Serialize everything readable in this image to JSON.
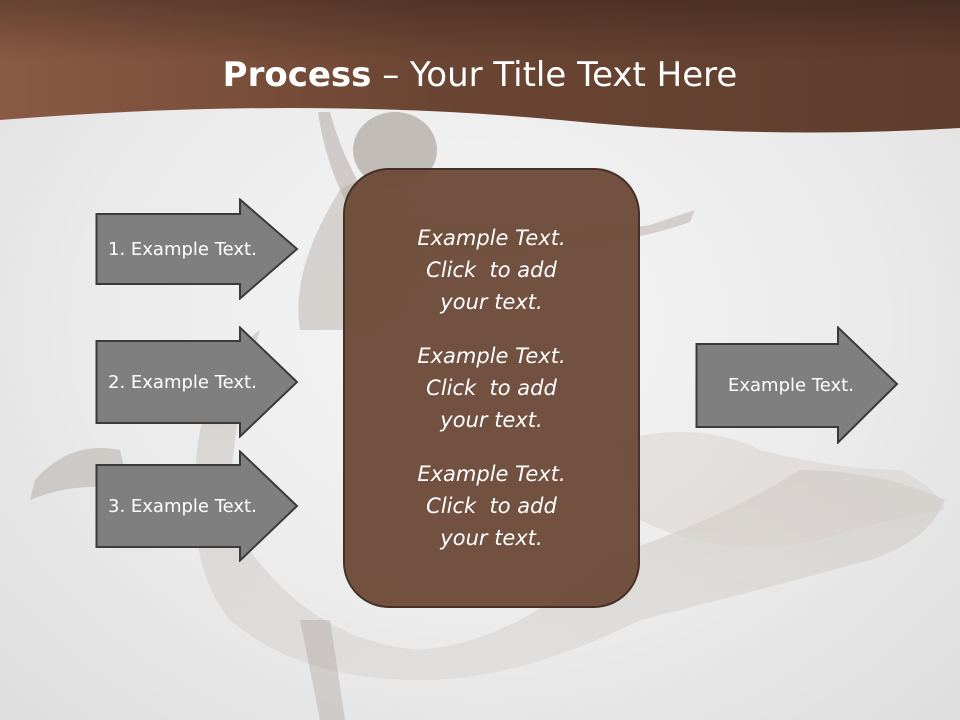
{
  "slide": {
    "title_bold": "Process",
    "title_dash": " – ",
    "title_rest": "Your Title Text Here"
  },
  "left_arrows": [
    {
      "label": "1. Example Text."
    },
    {
      "label": "2. Example Text."
    },
    {
      "label": "3. Example Text."
    }
  ],
  "center": {
    "blocks": [
      {
        "line1": "Example Text.",
        "line2": "Click  to add",
        "line3": "your text."
      },
      {
        "line1": "Example Text.",
        "line2": "Click  to add",
        "line3": "your text."
      },
      {
        "line1": "Example Text.",
        "line2": "Click  to add",
        "line3": "your text."
      }
    ]
  },
  "right_arrow": {
    "label": "Example Text."
  },
  "colors": {
    "header_brown": "#6b4533",
    "center_fill": "#6e4b39",
    "arrow_fill": "#7f7f7f",
    "arrow_stroke": "#3a3a3a"
  }
}
